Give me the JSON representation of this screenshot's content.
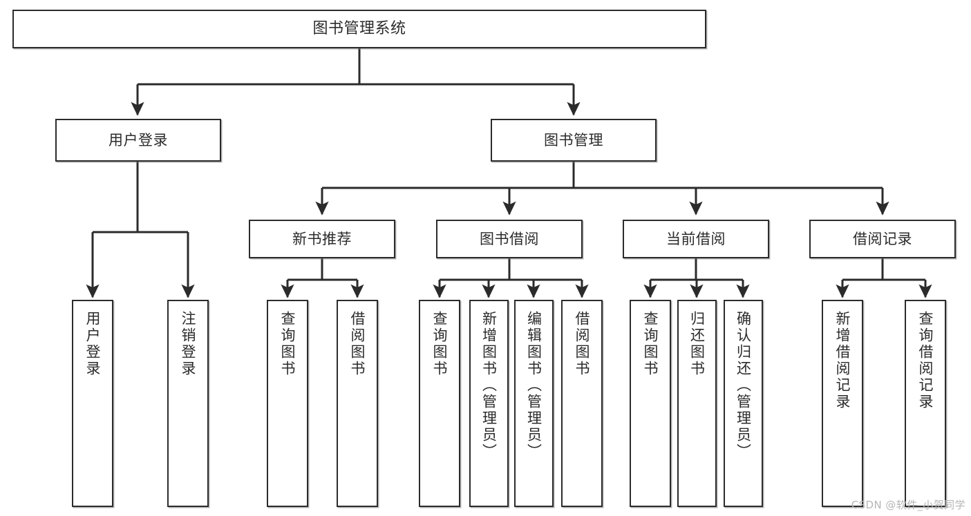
{
  "diagram": {
    "title": "图书管理系统",
    "watermark": "CSDN @软件_小贺同学",
    "colors": {
      "stroke": "#2b2b2b",
      "fill": "#ffffff",
      "text": "#2b2b2b",
      "watermark": "#b6b6b6"
    },
    "levels": {
      "root": {
        "label": "图书管理系统"
      },
      "level2": [
        {
          "label": "用户登录"
        },
        {
          "label": "图书管理"
        }
      ],
      "level3": [
        {
          "label": "新书推荐"
        },
        {
          "label": "图书借阅"
        },
        {
          "label": "当前借阅"
        },
        {
          "label": "借阅记录"
        }
      ],
      "leaves": [
        {
          "label": "用户登录",
          "parent": "用户登录"
        },
        {
          "label": "注销登录",
          "parent": "用户登录"
        },
        {
          "label": "查询图书",
          "parent": "新书推荐"
        },
        {
          "label": "借阅图书",
          "parent": "新书推荐"
        },
        {
          "label": "查询图书",
          "parent": "图书借阅"
        },
        {
          "label": "新增图书（管理员）",
          "parent": "图书借阅"
        },
        {
          "label": "编辑图书（管理员）",
          "parent": "图书借阅"
        },
        {
          "label": "借阅图书",
          "parent": "图书借阅"
        },
        {
          "label": "查询图书",
          "parent": "当前借阅"
        },
        {
          "label": "归还图书",
          "parent": "当前借阅"
        },
        {
          "label": "确认归还（管理员）",
          "parent": "当前借阅"
        },
        {
          "label": "新增借阅记录",
          "parent": "借阅记录"
        },
        {
          "label": "查询借阅记录",
          "parent": "借阅记录"
        }
      ]
    }
  }
}
